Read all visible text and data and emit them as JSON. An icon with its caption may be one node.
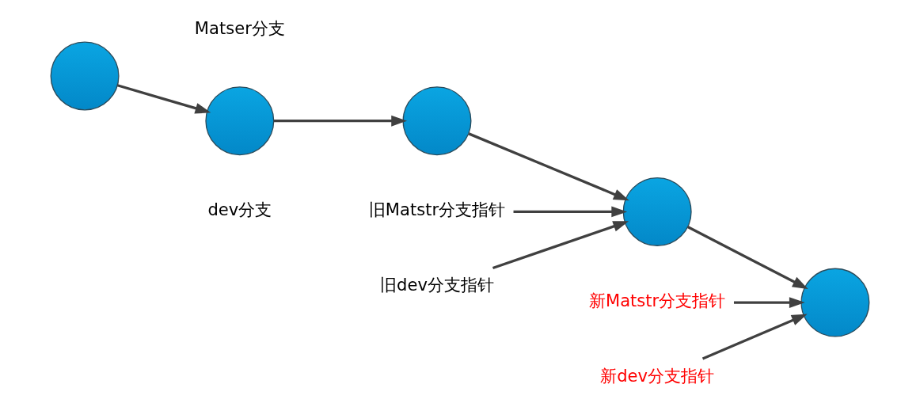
{
  "diagram": {
    "nodes": [
      {
        "text": [],
        "shape": "circle"
      },
      {
        "text": [],
        "shape": "circle"
      },
      {
        "text": [],
        "shape": "circle"
      },
      {
        "text": [],
        "shape": "circle"
      },
      {
        "text": [],
        "shape": "circle"
      },
      {
        "text": [
          "旧Matstr分支指针"
        ]
      },
      {
        "text": [
          "新Matstr分支指针"
        ]
      },
      {
        "text": [
          "旧dev分支指针"
        ]
      },
      {
        "text": [
          "新dev分支指针"
        ]
      }
    ],
    "edges": [
      {
        "from": 0,
        "to": 1,
        "arrow": "to"
      },
      {
        "from": 1,
        "to": 2,
        "arrow": "to"
      },
      {
        "from": 2,
        "to": 3,
        "arrow": "to"
      },
      {
        "from": 3,
        "to": 4,
        "arrow": "to"
      },
      {
        "from": 5,
        "to": 3,
        "arrow": "to"
      },
      {
        "from": 6,
        "to": 4,
        "arrow": "to"
      },
      {
        "from": 7,
        "to": 3,
        "arrow": "to"
      },
      {
        "from": 8,
        "to": 4,
        "arrow": "to"
      }
    ],
    "labels": [
      "Matser分支",
      "dev分支"
    ]
  }
}
